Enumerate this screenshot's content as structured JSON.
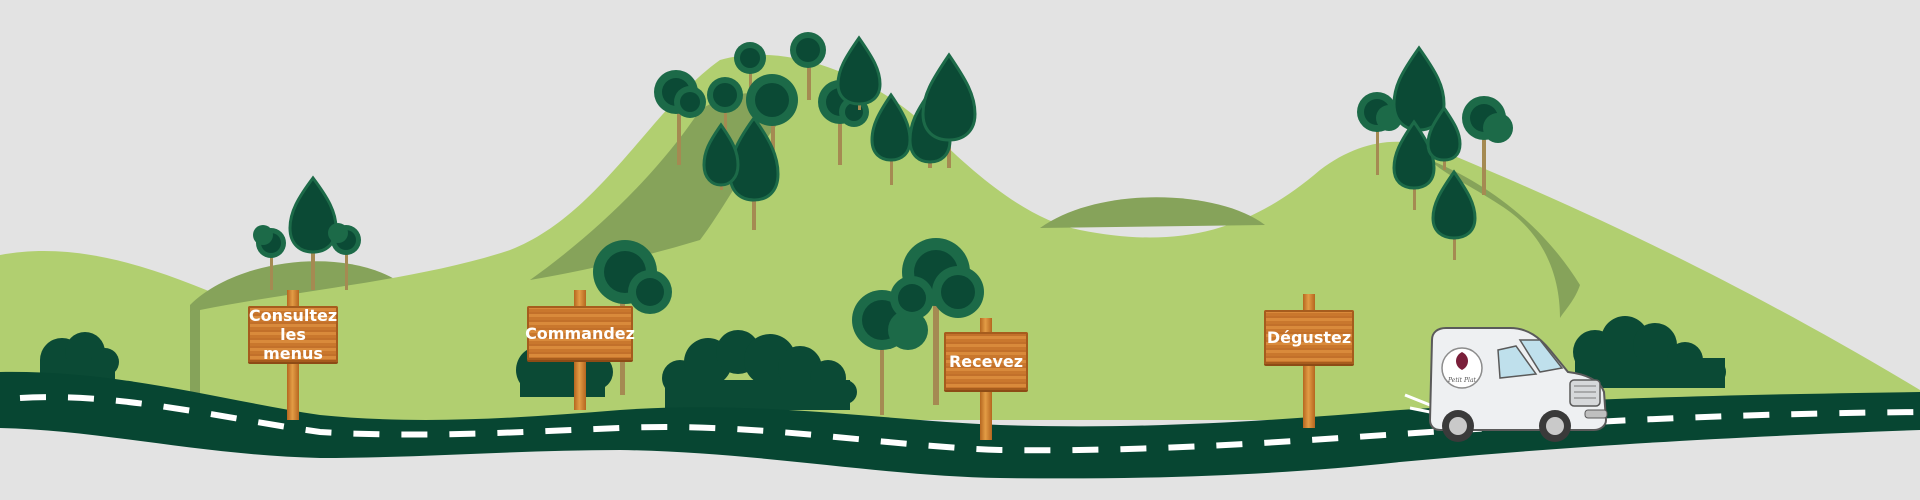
{
  "steps": [
    {
      "label": "Consultez les menus"
    },
    {
      "label": "Commandez"
    },
    {
      "label": "Recevez"
    },
    {
      "label": "Dégustez"
    }
  ],
  "van": {
    "logo_text": "Petit Plat"
  },
  "colors": {
    "background": "#e3e3e3",
    "hill_light": "#b1cf70",
    "hill_shade": "#86a35a",
    "tree_dark": "#0b4a35",
    "tree_ring": "#1c6a48",
    "trunk": "#a58a52",
    "road": "#074632",
    "road_dash": "#ffffff",
    "sign_wood": "#d0823a"
  },
  "icons": [
    "tree-icon",
    "bush-icon",
    "delivery-van-icon",
    "signpost-icon"
  ]
}
